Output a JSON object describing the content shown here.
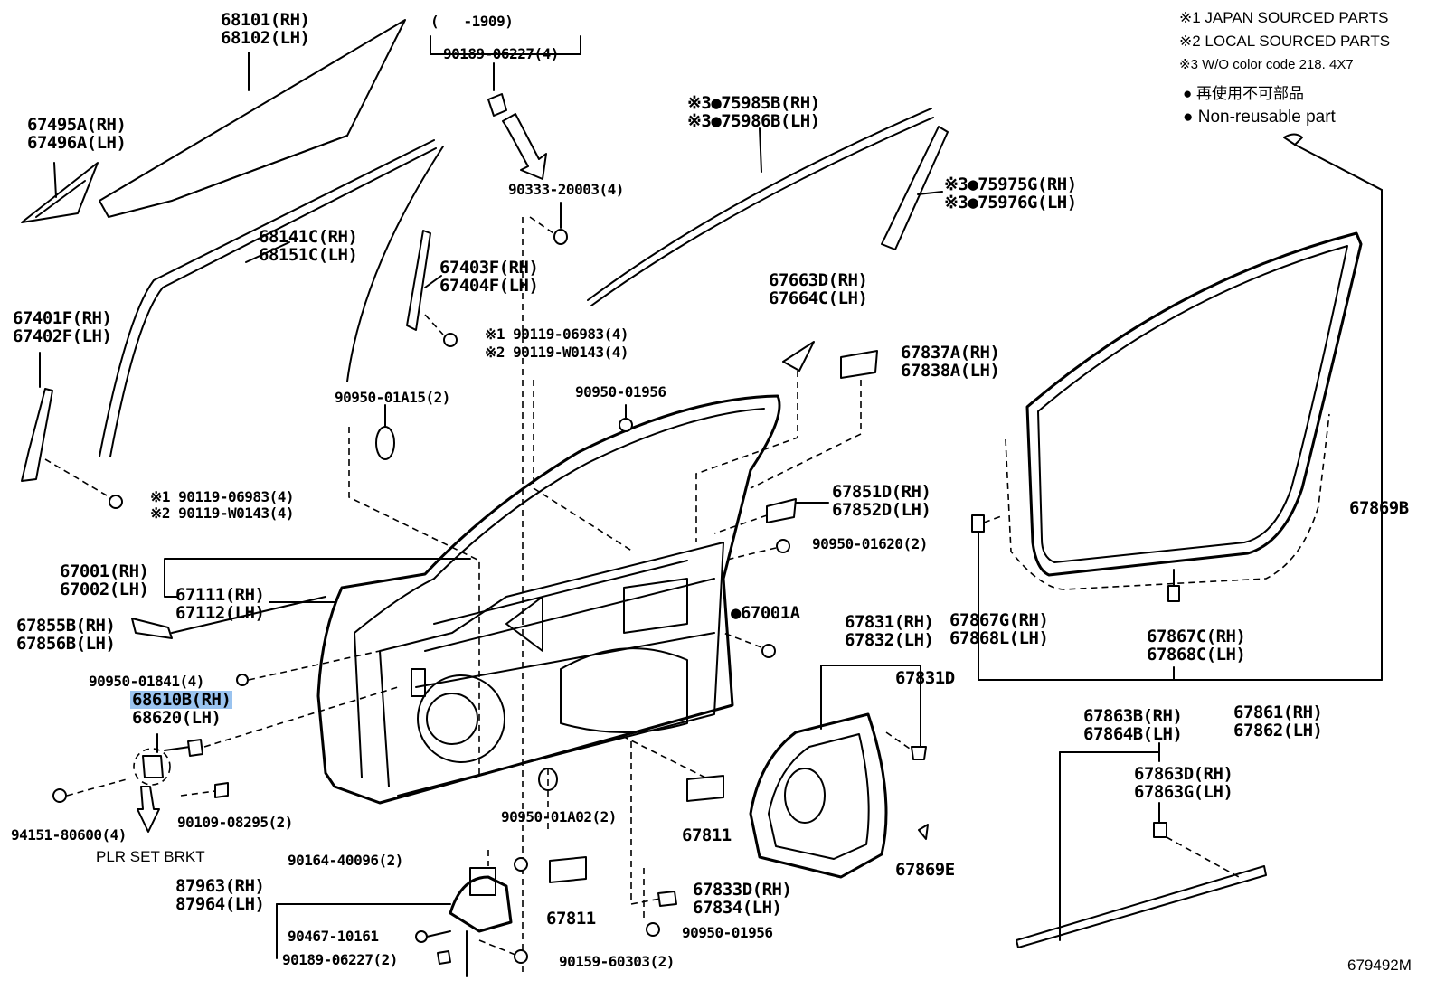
{
  "diagram": {
    "notes": [
      "※1 JAPAN SOURCED PARTS",
      "※2 LOCAL SOURCED PARTS",
      "※3 W/O color code 218. 4X7",
      "● 再使用不可部品",
      "● Non-reusable part"
    ],
    "drawing_code": "679492M",
    "highlight_color": "#9ac3ef",
    "labels": [
      "68101(RH)",
      "68102(LH)",
      "(   -1909)",
      "90189-06227(4)",
      "67495A(RH)",
      "67496A(LH)",
      "90333-20003(4)",
      "※3●75985B(RH)",
      "※3●75986B(LH)",
      "※3●75975G(RH)",
      "※3●75976G(LH)",
      "68141C(RH)",
      "68151C(LH)",
      "67403F(RH)",
      "67404F(LH)",
      "67663D(RH)",
      "67664C(LH)",
      "67401F(RH)",
      "67402F(LH)",
      "※1 90119-06983(4)",
      "※2 90119-W0143(4)",
      "67837A(RH)",
      "67838A(LH)",
      "90950-01A15(2)",
      "90950-01956",
      "※1 90119-06983(4)",
      "※2 90119-W0143(4)",
      "67851D(RH)",
      "67852D(LH)",
      "67869B",
      "90950-01620(2)",
      "67001(RH)",
      "67002(LH)",
      "67111(RH)",
      "67112(LH)",
      "●67001A",
      "67855B(RH)",
      "67856B(LH)",
      "67831(RH)",
      "67832(LH)",
      "67867G(RH)",
      "67868L(LH)",
      "67867C(RH)",
      "67868C(LH)",
      "90950-01841(4)",
      "67831D",
      "68610B(RH)",
      "68620(LH)",
      "67861(RH)",
      "67862(LH)",
      "67863B(RH)",
      "67864B(LH)",
      "67863D(RH)",
      "67863G(LH)",
      "90109-08295(2)",
      "94151-80600(4)",
      "90950-01A02(2)",
      "67811",
      "PLR SET BRKT",
      "90164-40096(2)",
      "67869E",
      "87963(RH)",
      "87964(LH)",
      "67833D(RH)",
      "67834(LH)",
      "67811",
      "90467-10161",
      "90950-01956",
      "90189-06227(2)",
      "90159-60303(2)"
    ]
  }
}
